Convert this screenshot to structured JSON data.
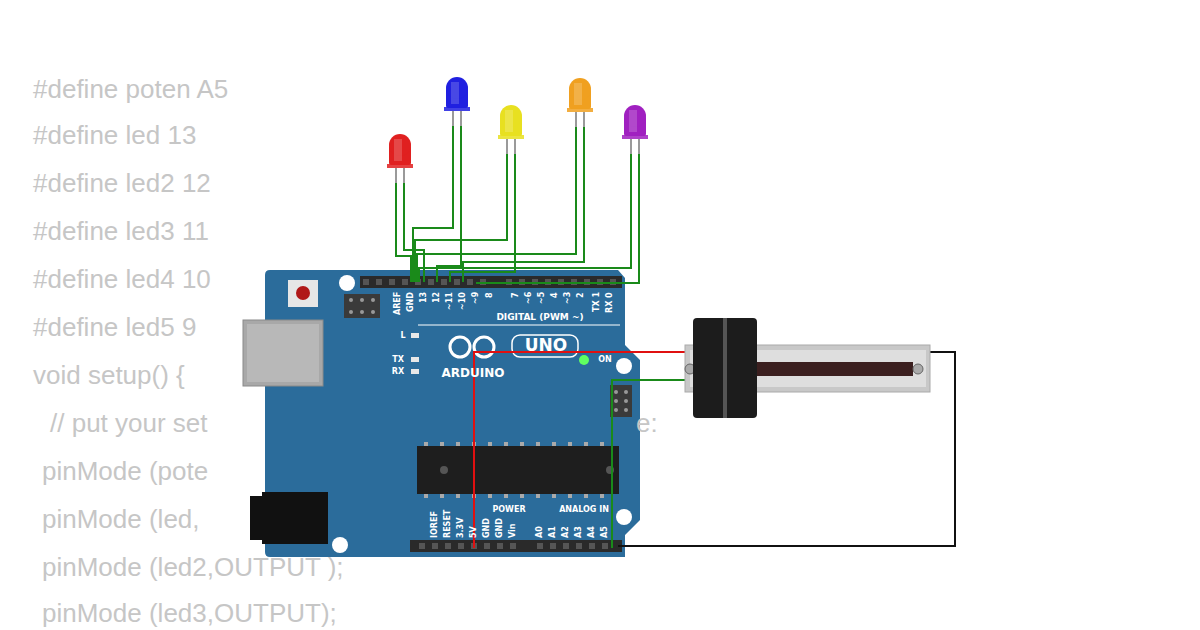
{
  "diagram": {
    "labels": [
      "#define poten  A5",
      "#define led 13",
      "#define led2  12",
      "#define led3  11",
      "#define led4  10",
      "#define led5  9",
      "void setup() {",
      "// put your set",
      "e:",
      "pinMode (pote",
      "pinMode (led,",
      "pinMode (led2,OUTPUT );",
      "pinMode (led3,OUTPUT);",
      "AREF",
      "GND",
      "13",
      "12",
      "~11",
      "~10",
      "~9",
      "8",
      "7",
      "~6",
      "~5",
      "4",
      "~3",
      "2",
      "TX 1",
      "RX 0",
      "DIGITAL (PWM ~)",
      "UNO",
      "ARDUINO",
      "L",
      "TX",
      "RX",
      "ON",
      "IOREF",
      "RESET",
      "3.3V",
      "5V",
      "GND",
      "GND",
      "Vin",
      "POWER",
      "ANALOG IN",
      "A0",
      "A1",
      "A2",
      "A3",
      "A4",
      "A5"
    ]
  }
}
